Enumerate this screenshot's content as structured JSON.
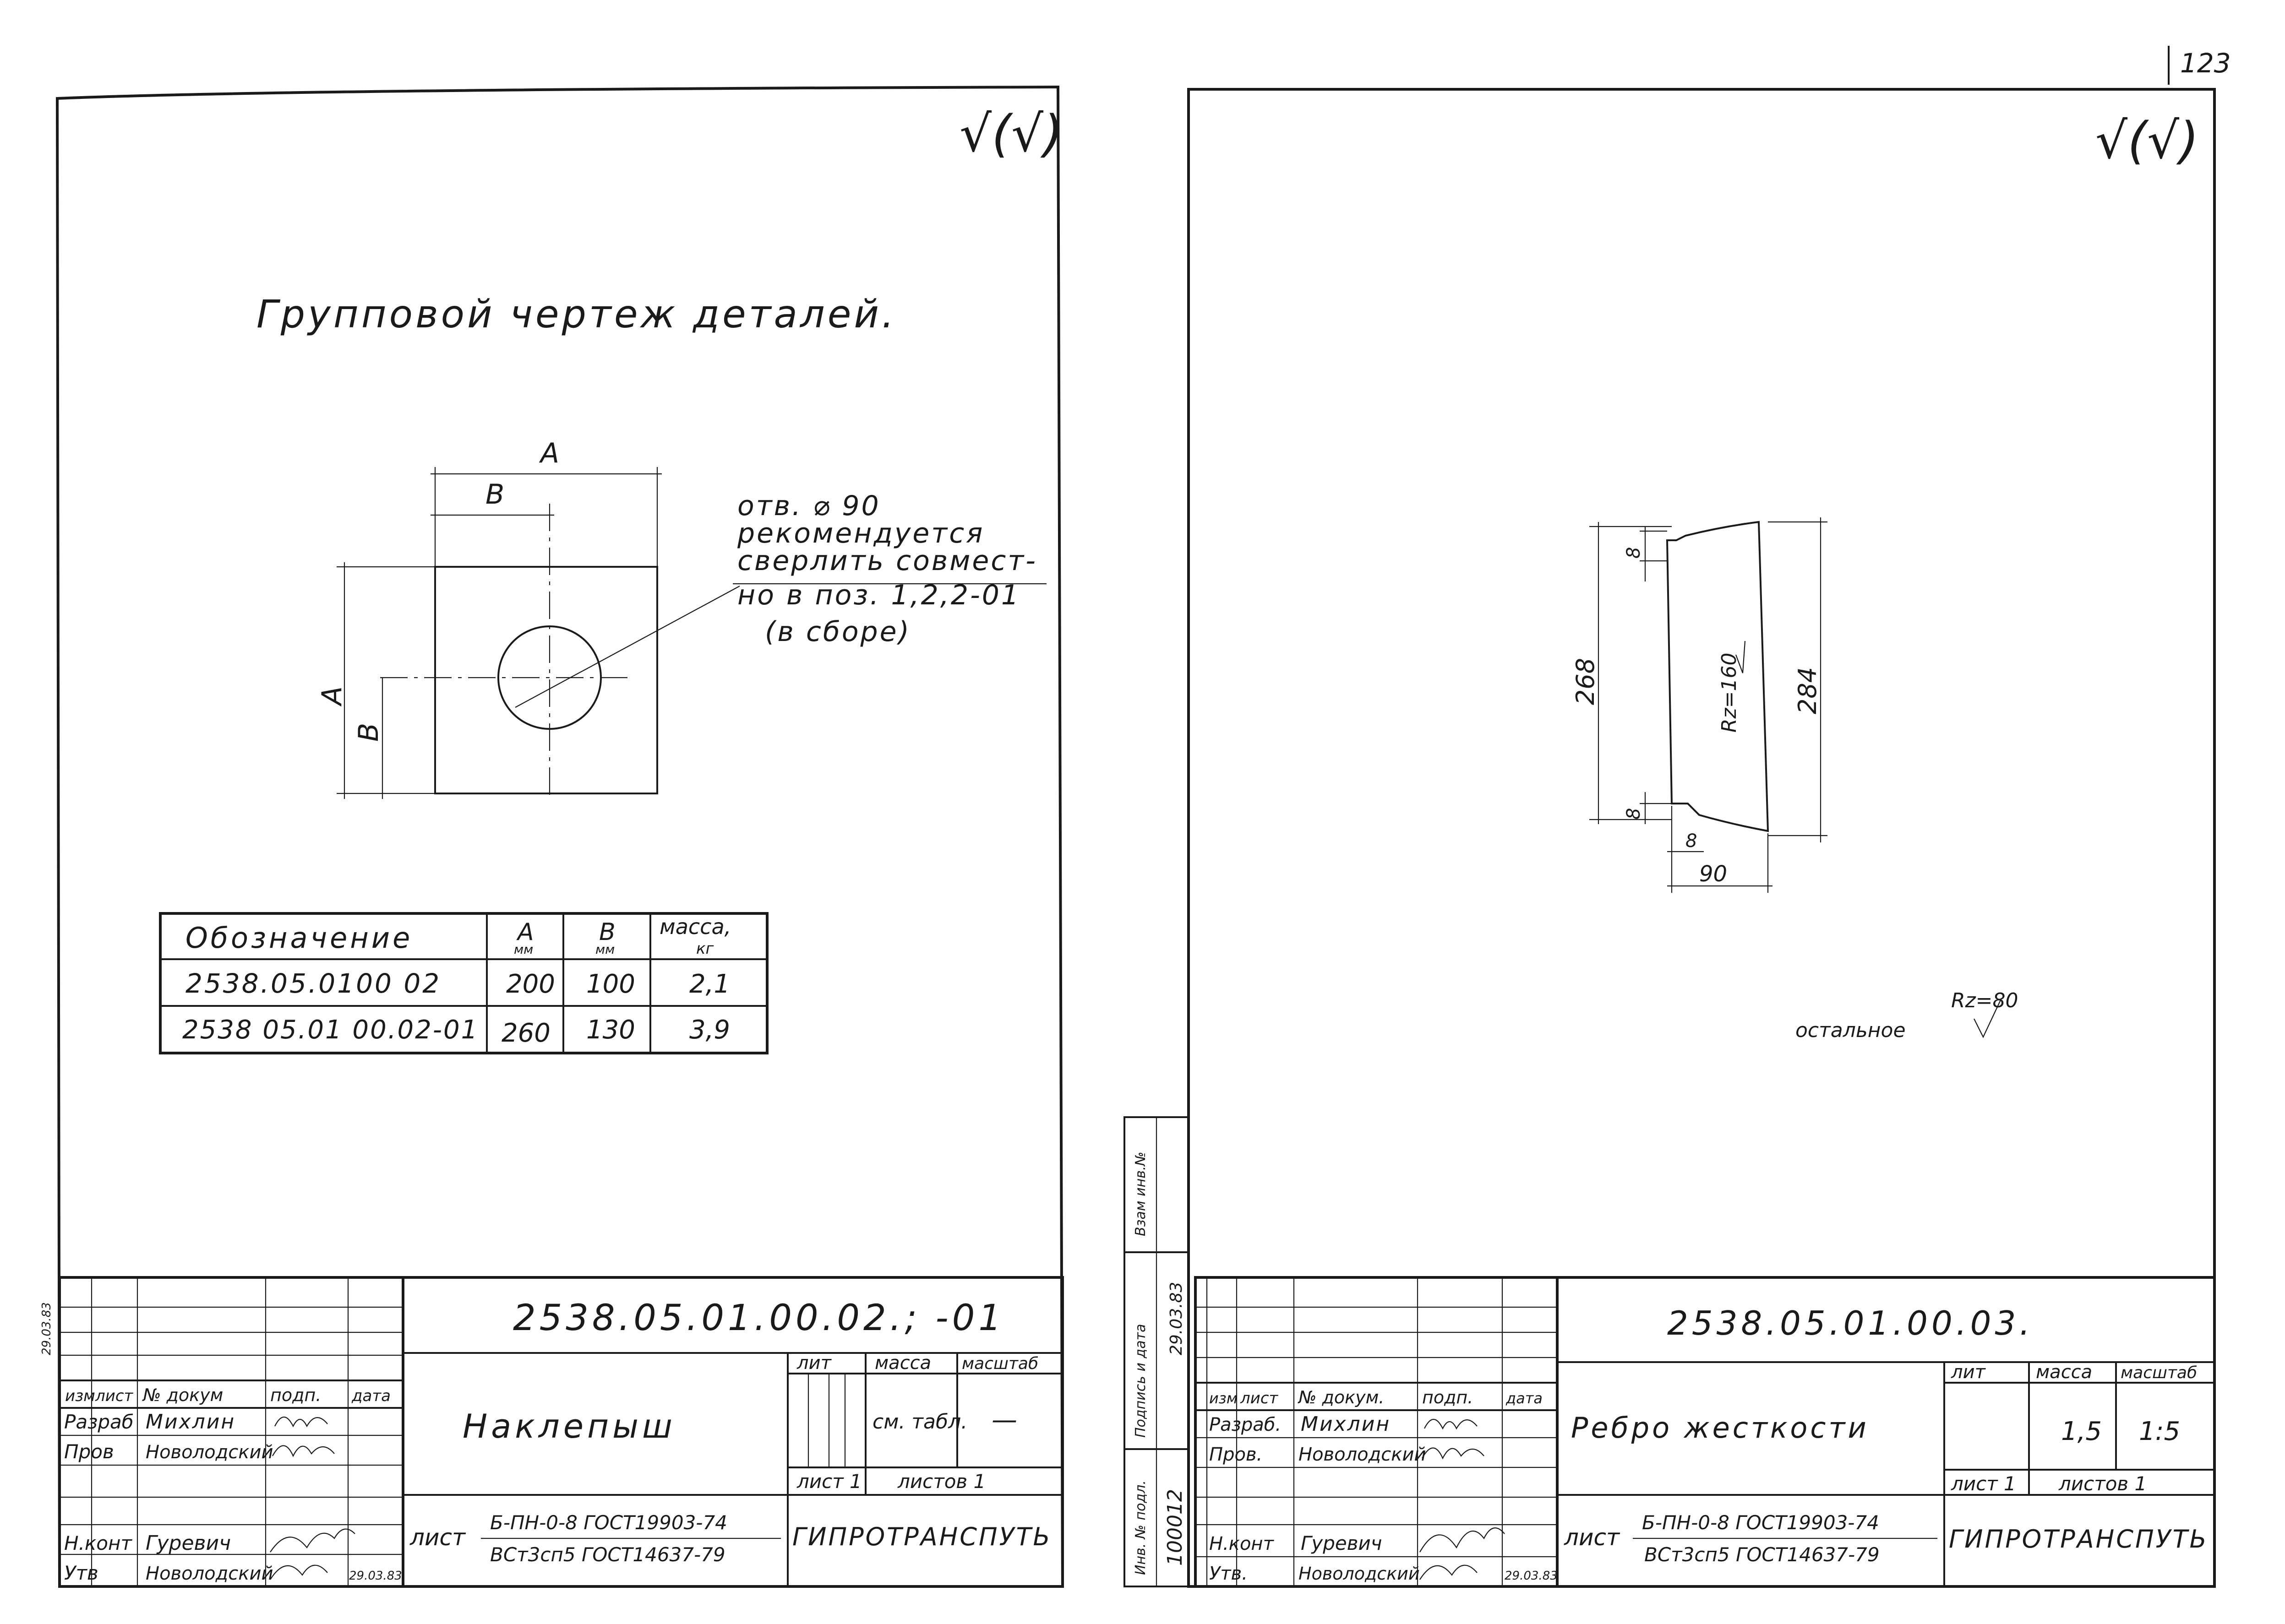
{
  "page_number": "123",
  "left_sheet": {
    "roughness_mark": "√(√)",
    "title": "Групповой чертеж деталей.",
    "drawing": {
      "dim_A_top": "А",
      "dim_B_top": "В",
      "dim_A_left": "А",
      "dim_B_left": "В",
      "note_lines": [
        "отв. ⌀ 90",
        "рекомендуется",
        "сверлить совмест-",
        "но в поз. 1,2,2-01",
        "(в сборе)"
      ]
    },
    "table": {
      "headers": [
        {
          "main": "Обозначение",
          "sub": ""
        },
        {
          "main": "А",
          "sub": "мм"
        },
        {
          "main": "В",
          "sub": "мм"
        },
        {
          "main": "масса,",
          "sub": "кг"
        }
      ],
      "rows": [
        [
          "2538.05.0100 02",
          "200",
          "100",
          "2,1"
        ],
        [
          "2538 05.01 00.02-01",
          "260",
          "130",
          "3,9"
        ]
      ]
    },
    "title_block": {
      "code": "2538.05.01.00.02.; -01",
      "name": "Наклепыш",
      "lit_label": "лит",
      "mass_label": "масса",
      "scale_label": "масштаб",
      "mass_value": "см. табл.",
      "scale_value": "—",
      "sheet_label": "лист 1",
      "sheets_label": "листов 1",
      "material_prefix": "лист",
      "material_top": "Б-ПН-0-8 ГОСТ19903-74",
      "material_bottom": "ВСт3сп5 ГОСТ14637-79",
      "org": "ГИПРОТРАНСПУТЬ",
      "col_labels": [
        "изм",
        "лист",
        "№ докум",
        "подп.",
        "дата"
      ],
      "staff": [
        {
          "role": "Разраб",
          "name": "Михлин",
          "date": ""
        },
        {
          "role": "Пров",
          "name": "Новолодский",
          "date": ""
        },
        {
          "role": "Н.конт",
          "name": "Гуревич",
          "date": ""
        },
        {
          "role": "Утв",
          "name": "Новолодский",
          "date": "29.03.83"
        }
      ],
      "side_note": "29.03.83"
    }
  },
  "right_sheet": {
    "roughness_mark": "√(√)",
    "drawing": {
      "dim_268": "268",
      "dim_284": "284",
      "dim_8_top": "8",
      "dim_8_bottom": "8",
      "dim_8_small": "8",
      "dim_90": "90",
      "roughness_main": "Rz=160",
      "roughness_rest_value": "Rz=80",
      "roughness_rest_label": "остальное"
    },
    "title_block": {
      "code": "2538.05.01.00.03.",
      "name": "Ребро жесткости",
      "lit_label": "лит",
      "mass_label": "масса",
      "scale_label": "масштаб",
      "mass_value": "1,5",
      "scale_value": "1:5",
      "sheet_label": "лист 1",
      "sheets_label": "листов 1",
      "material_prefix": "лист",
      "material_top": "Б-ПН-0-8 ГОСТ19903-74",
      "material_bottom": "ВСт3сп5 ГОСТ14637-79",
      "org": "ГИПРОТРАНСПУТЬ",
      "col_labels": [
        "изм",
        "лист",
        "№ докум.",
        "подп.",
        "дата"
      ],
      "staff": [
        {
          "role": "Разраб.",
          "name": "Михлин",
          "date": ""
        },
        {
          "role": "Пров.",
          "name": "Новолодский",
          "date": ""
        },
        {
          "role": "Н.конт",
          "name": "Гуревич",
          "date": ""
        },
        {
          "role": "Утв.",
          "name": "Новолодский",
          "date": "29.03.83"
        }
      ]
    },
    "side_stamp": {
      "vzam_label": "Взам инв.№",
      "sign_label": "Подпись и дата",
      "sign_date": "29.03.83",
      "inv_label": "Инв. № подл.",
      "inv_number": "100012"
    }
  }
}
